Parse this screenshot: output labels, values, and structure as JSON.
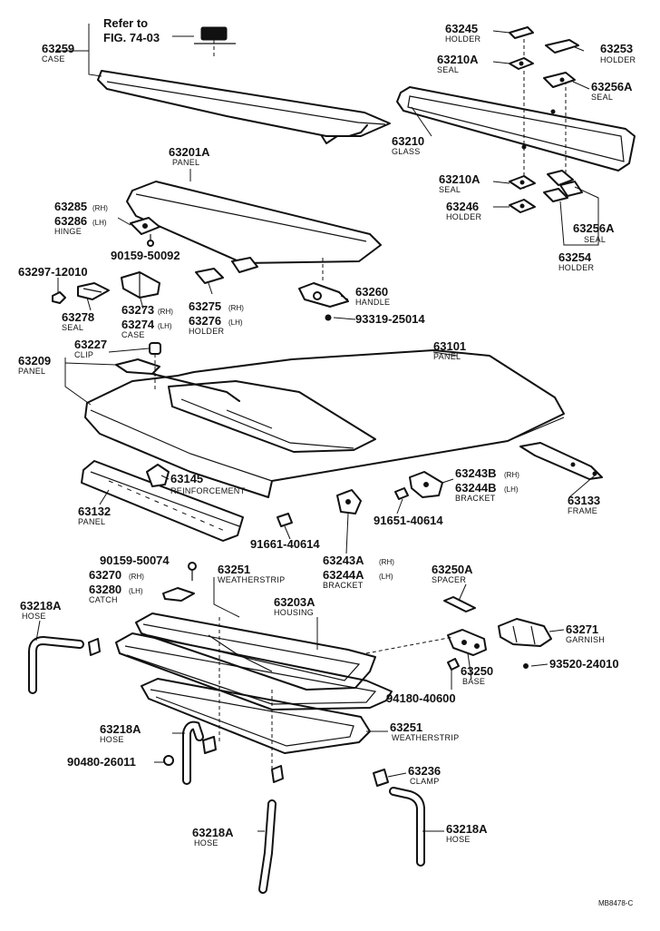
{
  "labels": {
    "refer_line1": "Refer to",
    "refer_line2": "FIG. 74-03",
    "p63259": "63259",
    "p63259_name": "CASE",
    "p63245": "63245",
    "p63245_name": "HOLDER",
    "p63253": "63253",
    "p63253_name": "HOLDER",
    "p63210A_top": "63210A",
    "p63210A_top_name": "SEAL",
    "p63256A_top": "63256A",
    "p63256A_top_name": "SEAL",
    "p63210": "63210",
    "p63210_name": "GLASS",
    "p63210A_bot": "63210A",
    "p63210A_bot_name": "SEAL",
    "p63246": "63246",
    "p63246_name": "HOLDER",
    "p63256A_bot": "63256A",
    "p63256A_bot_name": "SEAL",
    "p63254": "63254",
    "p63254_name": "HOLDER",
    "p63201A": "63201A",
    "p63201A_name": "PANEL",
    "p63285": "63285",
    "rh": "(RH)",
    "lh": "(LH)",
    "p63286": "63286",
    "p63286_name": "HINGE",
    "p90159_50092": "90159-50092",
    "p63297": "63297-12010",
    "p63278": "63278",
    "p63278_name": "SEAL",
    "p63273": "63273",
    "p63274": "63274",
    "p63274_name": "CASE",
    "p63275": "63275",
    "p63276": "63276",
    "p63276_name": "HOLDER",
    "p63260": "63260",
    "p63260_name": "HANDLE",
    "p93319": "93319-25014",
    "p63227": "63227",
    "p63227_name": "CLIP",
    "p63209": "63209",
    "p63209_name": "PANEL",
    "p63101": "63101",
    "p63101_name": "PANEL",
    "p63145": "63145",
    "p63145_name": "REINFORCEMENT",
    "p63132": "63132",
    "p63132_name": "PANEL",
    "p63243B": "63243B",
    "p63244B": "63244B",
    "p63244B_name": "BRACKET",
    "p63133": "63133",
    "p63133_name": "FRAME",
    "p91651_a": "91651-40614",
    "p91651_b": "91661-40614",
    "p63243A": "63243A",
    "p63244A": "63244A",
    "p63244A_name": "BRACKET",
    "p90159_50074": "90159-50074",
    "p63270": "63270",
    "p63280": "63280",
    "p63280_name": "CATCH",
    "p63251_top": "63251",
    "p63251_top_name": "WEATHERSTRIP",
    "p63203A": "63203A",
    "p63203A_name": "HOUSING",
    "p63250A": "63250A",
    "p63250A_name": "SPACER",
    "p63218A_1": "63218A",
    "p63218A_1_name": "HOSE",
    "p63271": "63271",
    "p63271_name": "GARNISH",
    "p93520": "93520-24010",
    "p63250": "63250",
    "p63250_name": "BASE",
    "p94180": "94180-40600",
    "p63218A_2": "63218A",
    "p63218A_2_name": "HOSE",
    "p63251_bot": "63251",
    "p63251_bot_name": "WEATHERSTRIP",
    "p90480": "90480-26011",
    "p63236": "63236",
    "p63236_name": "CLAMP",
    "p63218A_3": "63218A",
    "p63218A_3_name": "HOSE",
    "p63218A_4": "63218A",
    "p63218A_4_name": "HOSE",
    "code": "MB8478-C"
  }
}
